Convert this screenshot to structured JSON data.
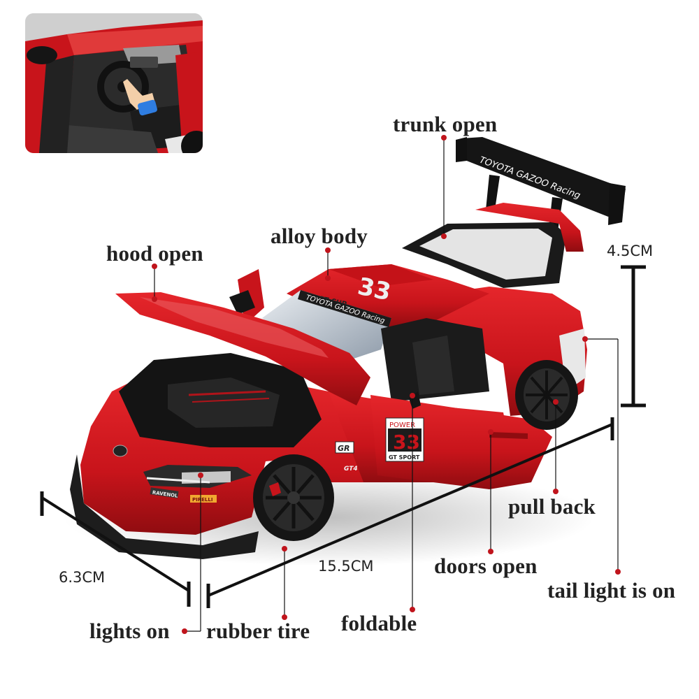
{
  "inset": {
    "description": "interior close-up with finger pressing steering wheel",
    "icon": "pointing-hand-icon"
  },
  "callouts": {
    "trunk_open": "trunk open",
    "alloy_body": "alloy body",
    "hood_open": "hood open",
    "pull_back": "pull back",
    "doors_open": "doors open",
    "tail_light": "tail light is on",
    "lights_on": "lights on",
    "rubber_tire": "rubber tire",
    "foldable": "foldable"
  },
  "dimensions": {
    "height": "4.5CM",
    "width": "6.3CM",
    "length": "15.5CM"
  },
  "decals": {
    "wing": "TOYOTA GAZOO Racing",
    "windshield": "TOYOTA GAZOO Racing",
    "roof_number": "33",
    "roof_series": "GT CUP",
    "door_title": "POWER",
    "door_number": "33",
    "door_series": "GT SPORT",
    "side_badge": "GR",
    "side_model": "GT4",
    "front_sponsor_1": "RAVENOL",
    "front_sponsor_2": "PIRELLI"
  },
  "colors": {
    "body_red": "#c8141b",
    "body_dark_red": "#8f0c10",
    "marker_red": "#c0141c",
    "text": "#222222",
    "black_trim": "#1a1a1a"
  }
}
